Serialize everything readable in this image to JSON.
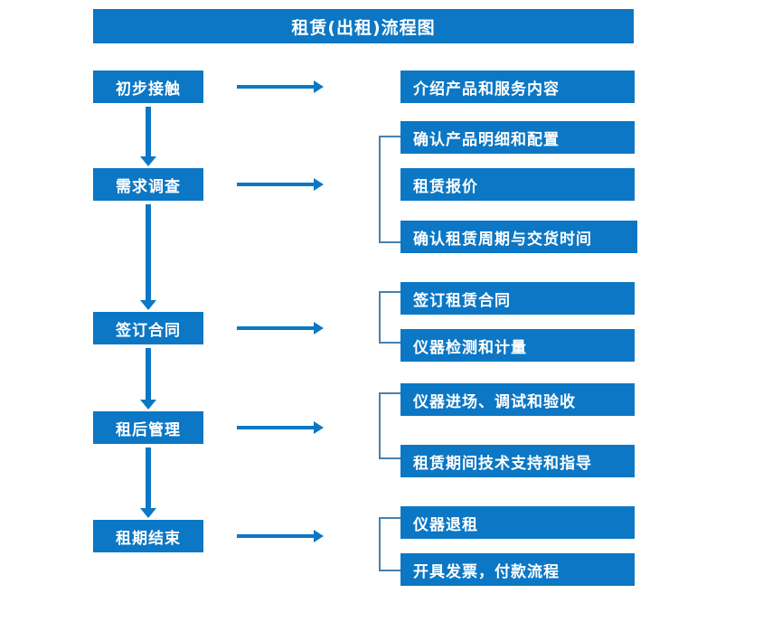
{
  "diagram": {
    "title": "租赁(出租)流程图",
    "accent_color": "#0C77C4",
    "bracket_color": "#4A7FAC",
    "background_color": "#FFFFFF",
    "stages": [
      {
        "label": "初步接触",
        "details": [
          "介绍产品和服务内容"
        ]
      },
      {
        "label": "需求调查",
        "details": [
          "确认产品明细和配置",
          "租赁报价",
          "确认租赁周期与交货时间"
        ]
      },
      {
        "label": "签订合同",
        "details": [
          "签订租赁合同",
          "仪器检测和计量"
        ]
      },
      {
        "label": "租后管理",
        "details": [
          "仪器进场、调试和验收",
          "租赁期间技术支持和指导"
        ]
      },
      {
        "label": "租期结束",
        "details": [
          "仪器退租",
          "开具发票，付款流程"
        ]
      }
    ],
    "details_flat": [
      "介绍产品和服务内容",
      "确认产品明细和配置",
      "租赁报价",
      "确认租赁周期与交货时间",
      "签订租赁合同",
      "仪器检测和计量",
      "仪器进场、调试和验收",
      "租赁期间技术支持和指导",
      "仪器退租",
      "开具发票，付款流程"
    ]
  }
}
